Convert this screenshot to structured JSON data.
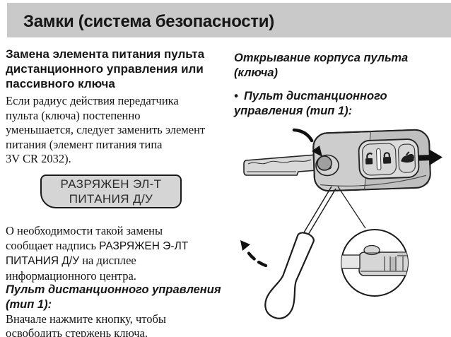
{
  "header": {
    "title": "Замки (система безопасности)"
  },
  "left_column": {
    "section_heading": "Замена элемента питания пульта\nдистанционного управления или\nпассивного ключа",
    "paragraph_1": "Если радиус действия передатчика\nпульта (ключа) постепенно\nуменьшается, следует заменить элемент\nпитания (элемент питания типа\n3V CR 2032).",
    "display_box": {
      "line1": "РАЗРЯЖЕН ЭЛ-Т",
      "line2": "ПИТАНИЯ Д/У"
    },
    "paragraph_2": {
      "pre": "О необходимости такой замены\nсообщает надпись ",
      "display_message": "РАЗРЯЖЕН Э-ЛТ\nПИТАНИЯ Д/У",
      "post": " на дисплее\nинформационного центра."
    },
    "subsection_heading": "Пульт дистанционного управления\n(тип 1):",
    "paragraph_3": "Вначале нажмите кнопку, чтобы\nосвободить стержень ключа."
  },
  "right_column": {
    "section_heading": "Открывание корпуса пульта\n(ключа)",
    "bullet_item": "• Пульт дистанционного\nуправления (тип 1):"
  },
  "colors": {
    "header_bar": "#c9c9c9",
    "display_box_fill": "#d5d5d5",
    "fob_body": "#cdcdcd",
    "fob_body_dark": "#bfbfbf",
    "line_ink": "#1a1a1a"
  },
  "illustration": {
    "parts": [
      "key-blade",
      "remote-fob",
      "release-button",
      "button-pad",
      "keyring",
      "screwdriver",
      "detail-inset"
    ],
    "icons": [
      "unlock-icon",
      "lock-icon",
      "trunk-icon",
      "press-arrow-icon",
      "slide-arrow-icon",
      "pry-arrow-icon"
    ]
  }
}
